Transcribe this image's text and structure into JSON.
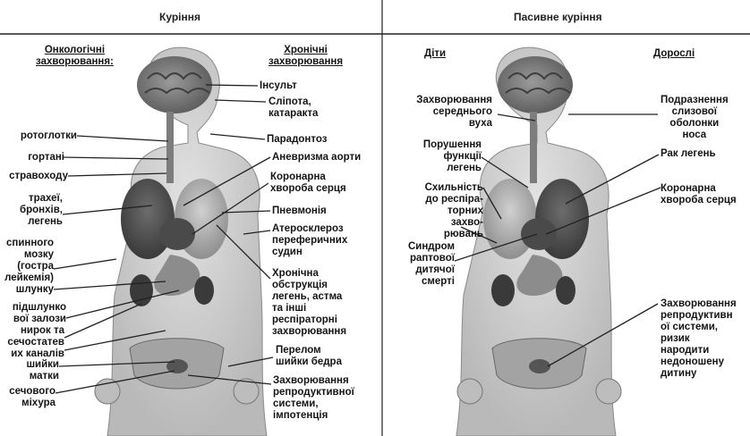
{
  "header": {
    "left_title": "Куріння",
    "right_title": "Пасивне куріння"
  },
  "left": {
    "cancer_heading": "Онкологічні\nзахворювання:",
    "chronic_heading": "Хронічні\nзахворювання",
    "cancer_items": [
      "ротоглотки",
      "гортані",
      "стравоходу",
      "трахеї,\nбронхів,\nлегень",
      "спинного\nмозку\n(гостра\nлейкемія)",
      "шлунку",
      "підшлунко\nвої залози",
      "нирок та\nсечостатев\nих каналів",
      "шийки\nматки",
      "сечового\nміхура"
    ],
    "chronic_items": [
      "Інсульт",
      "Сліпота,\nкатаракта",
      "Парадонтоз",
      "Аневризма аорти",
      "Коронарна\nхвороба серця",
      "Пневмонія",
      "Атеросклероз\nпереферичних\nсудин",
      "Хронічна\nобструкція\nлегень, астма\nта інші\nреспіраторні\nзахворювання",
      "Перелом\nшийки бедра",
      "Захворювання\nрепродуктивної\nсистеми,\nімпотенція"
    ]
  },
  "right": {
    "children_heading": "Діти",
    "adults_heading": "Дорослі",
    "children_items": [
      "Захворювання\nсереднього\nвуха",
      "Порушення\nфункції\nлегень",
      "Схильність\nдо респіра-\nторних\nзахво-\nрювань",
      "Синдром\nраптової\nдитячої\nсмерті"
    ],
    "adults_items": [
      "Подразнення\nслизової\nоболонки\nноса",
      "Рак легень",
      "Коронарна\nхвороба серця",
      "Захворювання\nрепродуктивн\nої системи,\nризик\nнародити\nнедоношену\nдитину"
    ]
  }
}
